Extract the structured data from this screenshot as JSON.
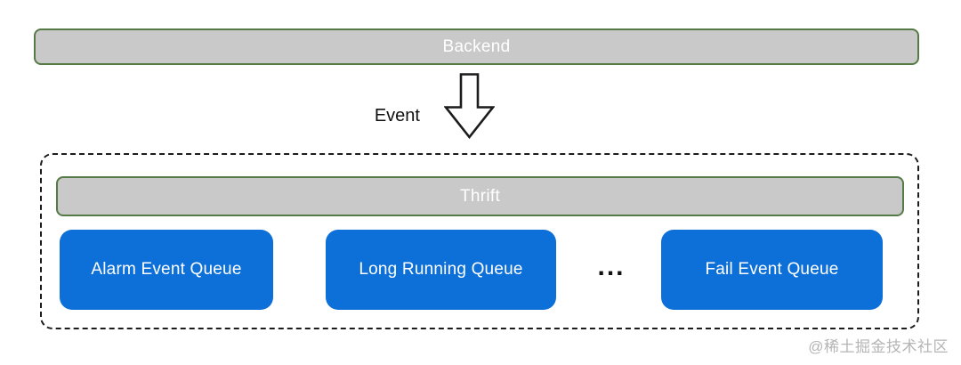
{
  "diagram": {
    "backend_label": "Backend",
    "event_label": "Event",
    "thrift_label": "Thrift",
    "queues": [
      {
        "label": "Alarm Event Queue"
      },
      {
        "label": "Long Running Queue"
      },
      {
        "label": "Fail Event Queue"
      }
    ],
    "ellipsis": "...",
    "watermark": "@稀土掘金技术社区"
  },
  "colors": {
    "bar_fill": "#c9c9c9",
    "bar_border": "#567a46",
    "queue_fill": "#0d6fd8",
    "text_on_fill": "#ffffff",
    "dashed_border": "#1c1c1c",
    "watermark": "#b5b5b5"
  }
}
